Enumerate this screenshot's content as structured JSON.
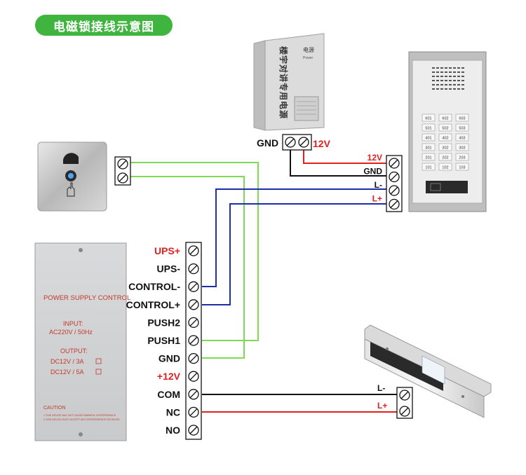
{
  "title": "电磁锁接线示意图",
  "power_supply": {
    "title": "POWER SUPPLY CONTROL",
    "input_label": "INPUT:",
    "input_value": "AC220V / 50Hz",
    "output_label": "OUTPUT:",
    "output_1": "DC12V / 3A",
    "output_2": "DC12V / 5A",
    "caution_title": "CAUTION",
    "caution_1": "1.THIS DEVICE MAY NOT CAUSE HARMFUL INTERFERENCE",
    "caution_2": "2.THIS DEVICE MUST ACCEPT ANY INTERFERENCE RECEIVED"
  },
  "terminals": [
    {
      "label": "UPS+",
      "color": "#e02020"
    },
    {
      "label": "UPS-",
      "color": "#111111"
    },
    {
      "label": "CONTROL-",
      "color": "#111111"
    },
    {
      "label": "CONTROL+",
      "color": "#111111"
    },
    {
      "label": "PUSH2",
      "color": "#111111"
    },
    {
      "label": "PUSH1",
      "color": "#111111"
    },
    {
      "label": "GND",
      "color": "#111111"
    },
    {
      "label": "+12V",
      "color": "#e02020"
    },
    {
      "label": "COM",
      "color": "#111111"
    },
    {
      "label": "NC",
      "color": "#111111"
    },
    {
      "label": "NO",
      "color": "#111111"
    }
  ],
  "intercom_power": {
    "vertical_text": "楼宇对讲专用电源",
    "small_title": "电源",
    "small_sub": "Power",
    "gnd_label": "GND",
    "v12_label": "12V"
  },
  "intercom_panel": {
    "terminals": [
      {
        "label": "12V",
        "color": "#e02020"
      },
      {
        "label": "GND",
        "color": "#111111"
      },
      {
        "label": "L-",
        "color": "#111111"
      },
      {
        "label": "L+",
        "color": "#e02020"
      }
    ],
    "keys": [
      "601",
      "602",
      "603",
      "501",
      "502",
      "503",
      "401",
      "402",
      "403",
      "301",
      "302",
      "303",
      "201",
      "202",
      "203",
      "101",
      "102",
      "103"
    ]
  },
  "lock": {
    "l_minus": "L-",
    "l_plus": "L+"
  },
  "colors": {
    "green_wire": "#7ed957",
    "blue_wire": "#1c2fa8",
    "red_wire": "#e02020",
    "black_wire": "#111111",
    "title_bg": "#3fb53f"
  }
}
